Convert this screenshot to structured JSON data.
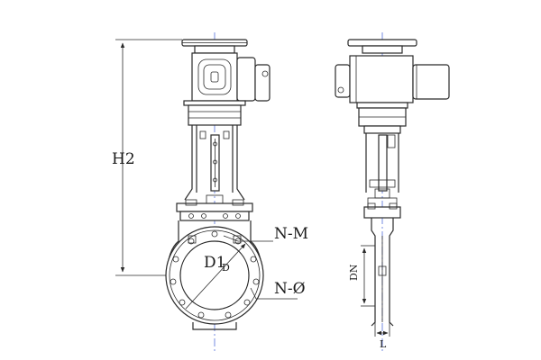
{
  "labels": {
    "h2": "H2",
    "d1": "D1",
    "d_sub": "D",
    "n_m": "N-M",
    "n_o": "N-Ø",
    "dn": "DN",
    "l": "L"
  },
  "colors": {
    "outline": "#2a2a2a",
    "centerline": "#3b5bd6",
    "background": "#ffffff"
  }
}
